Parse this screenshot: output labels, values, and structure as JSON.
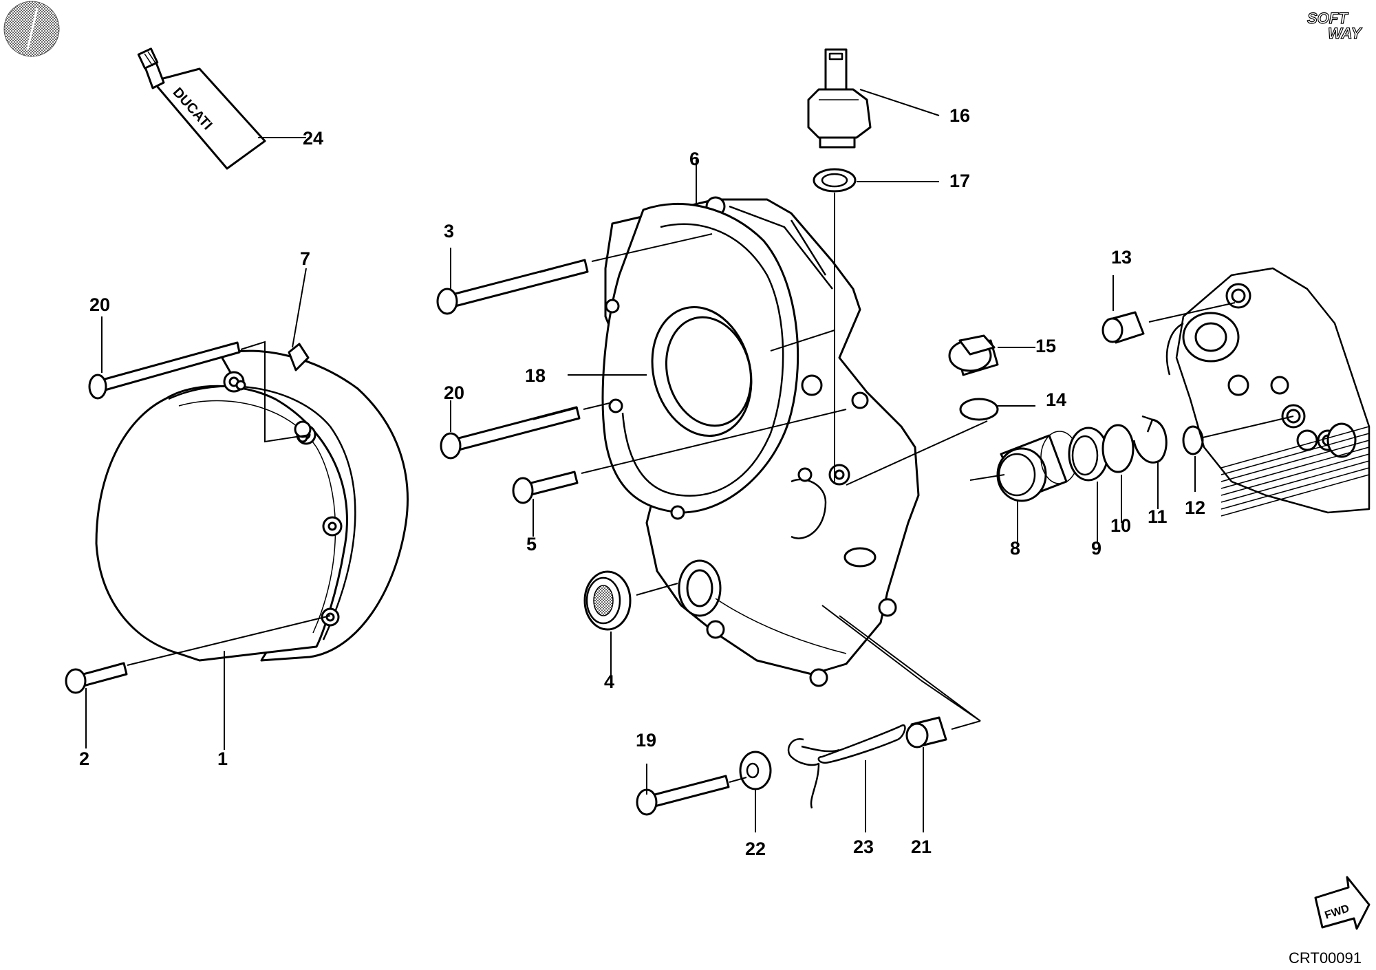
{
  "diagram": {
    "tube_brand": "DUCATI",
    "logo_text": [
      "SOFT",
      "WAY"
    ],
    "direction_label": "FWD",
    "drawing_code": "CRT00091",
    "callouts": [
      {
        "id": "c1",
        "label": "1"
      },
      {
        "id": "c2",
        "label": "2"
      },
      {
        "id": "c3",
        "label": "3"
      },
      {
        "id": "c4",
        "label": "4"
      },
      {
        "id": "c5",
        "label": "5"
      },
      {
        "id": "c6",
        "label": "6"
      },
      {
        "id": "c7",
        "label": "7"
      },
      {
        "id": "c8",
        "label": "8"
      },
      {
        "id": "c9",
        "label": "9"
      },
      {
        "id": "c10",
        "label": "10"
      },
      {
        "id": "c11",
        "label": "11"
      },
      {
        "id": "c12",
        "label": "12"
      },
      {
        "id": "c13",
        "label": "13"
      },
      {
        "id": "c14",
        "label": "14"
      },
      {
        "id": "c15",
        "label": "15"
      },
      {
        "id": "c16",
        "label": "16"
      },
      {
        "id": "c17",
        "label": "17"
      },
      {
        "id": "c18",
        "label": "18"
      },
      {
        "id": "c19",
        "label": "19"
      },
      {
        "id": "c20a",
        "label": "20"
      },
      {
        "id": "c20b",
        "label": "20"
      },
      {
        "id": "c21",
        "label": "21"
      },
      {
        "id": "c22",
        "label": "22"
      },
      {
        "id": "c23",
        "label": "23"
      },
      {
        "id": "c24",
        "label": "24"
      }
    ]
  }
}
